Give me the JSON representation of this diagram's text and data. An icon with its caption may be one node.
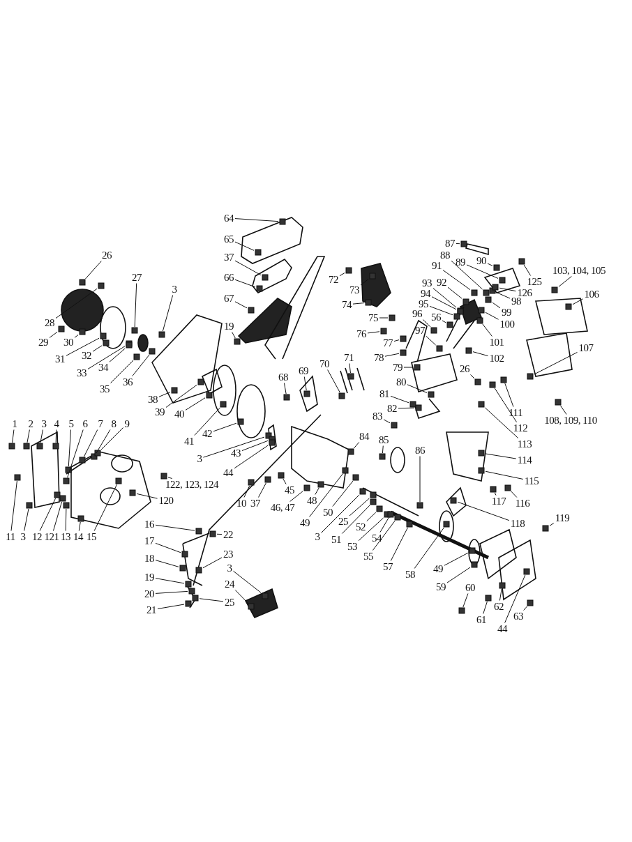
{
  "diagram": {
    "nodes": [
      {
        "text": [
          "64"
        ]
      },
      {
        "text": [
          "65"
        ]
      },
      {
        "text": [
          "37"
        ]
      },
      {
        "text": [
          "66"
        ]
      },
      {
        "text": [
          "67"
        ]
      },
      {
        "text": [
          "19"
        ]
      },
      {
        "text": [
          "26"
        ]
      },
      {
        "text": [
          "27"
        ]
      },
      {
        "text": [
          "3"
        ]
      },
      {
        "text": [
          "28"
        ]
      },
      {
        "text": [
          "29"
        ]
      },
      {
        "text": [
          "30"
        ]
      },
      {
        "text": [
          "31"
        ]
      },
      {
        "text": [
          "32"
        ]
      },
      {
        "text": [
          "33"
        ]
      },
      {
        "text": [
          "34"
        ]
      },
      {
        "text": [
          "35"
        ]
      },
      {
        "text": [
          "36"
        ]
      },
      {
        "text": [
          "38"
        ]
      },
      {
        "text": [
          "39"
        ]
      },
      {
        "text": [
          "40"
        ]
      },
      {
        "text": [
          "41"
        ]
      },
      {
        "text": [
          "42"
        ]
      },
      {
        "text": [
          "3"
        ]
      },
      {
        "text": [
          "43"
        ]
      },
      {
        "text": [
          "44"
        ]
      },
      {
        "text": [
          "68"
        ]
      },
      {
        "text": [
          "69"
        ]
      },
      {
        "text": [
          "70"
        ]
      },
      {
        "text": [
          "71"
        ]
      },
      {
        "text": [
          "72"
        ]
      },
      {
        "text": [
          "73"
        ]
      },
      {
        "text": [
          "74"
        ]
      },
      {
        "text": [
          "75"
        ]
      },
      {
        "text": [
          "76"
        ]
      },
      {
        "text": [
          "77"
        ]
      },
      {
        "text": [
          "78"
        ]
      },
      {
        "text": [
          "79"
        ]
      },
      {
        "text": [
          "80"
        ]
      },
      {
        "text": [
          "81"
        ]
      },
      {
        "text": [
          "82"
        ]
      },
      {
        "text": [
          "83"
        ]
      },
      {
        "text": [
          "84"
        ]
      },
      {
        "text": [
          "85"
        ]
      },
      {
        "text": [
          "86"
        ]
      },
      {
        "text": [
          "87"
        ]
      },
      {
        "text": [
          "88"
        ]
      },
      {
        "text": [
          "89"
        ]
      },
      {
        "text": [
          "90"
        ]
      },
      {
        "text": [
          "91"
        ]
      },
      {
        "text": [
          "92"
        ]
      },
      {
        "text": [
          "93"
        ]
      },
      {
        "text": [
          "94"
        ]
      },
      {
        "text": [
          "95"
        ]
      },
      {
        "text": [
          "96"
        ]
      },
      {
        "text": [
          "56"
        ]
      },
      {
        "text": [
          "97"
        ]
      },
      {
        "text": [
          "98"
        ]
      },
      {
        "text": [
          "99"
        ]
      },
      {
        "text": [
          "100"
        ]
      },
      {
        "text": [
          "101"
        ]
      },
      {
        "text": [
          "102"
        ]
      },
      {
        "text": [
          "125"
        ]
      },
      {
        "text": [
          "126"
        ]
      },
      {
        "text": [
          "103, 104, 105"
        ]
      },
      {
        "text": [
          "106"
        ]
      },
      {
        "text": [
          "107"
        ]
      },
      {
        "text": [
          "108, 109, 110"
        ]
      },
      {
        "text": [
          "26"
        ]
      },
      {
        "text": [
          "111"
        ]
      },
      {
        "text": [
          "112"
        ]
      },
      {
        "text": [
          "113"
        ]
      },
      {
        "text": [
          "114"
        ]
      },
      {
        "text": [
          "115"
        ]
      },
      {
        "text": [
          "116"
        ]
      },
      {
        "text": [
          "117"
        ]
      },
      {
        "text": [
          "118"
        ]
      },
      {
        "text": [
          "119"
        ]
      },
      {
        "text": [
          "1"
        ]
      },
      {
        "text": [
          "2"
        ]
      },
      {
        "text": [
          "3"
        ]
      },
      {
        "text": [
          "4"
        ]
      },
      {
        "text": [
          "5"
        ]
      },
      {
        "text": [
          "6"
        ]
      },
      {
        "text": [
          "7"
        ]
      },
      {
        "text": [
          "8"
        ]
      },
      {
        "text": [
          "9"
        ]
      },
      {
        "text": [
          "11"
        ]
      },
      {
        "text": [
          "3"
        ]
      },
      {
        "text": [
          "12"
        ]
      },
      {
        "text": [
          "121"
        ]
      },
      {
        "text": [
          "13"
        ]
      },
      {
        "text": [
          "14"
        ]
      },
      {
        "text": [
          "15"
        ]
      },
      {
        "text": [
          "120"
        ]
      },
      {
        "text": [
          "122, 123, 124"
        ]
      },
      {
        "text": [
          "10"
        ]
      },
      {
        "text": [
          "37"
        ]
      },
      {
        "text": [
          "45"
        ]
      },
      {
        "text": [
          "46, 47"
        ]
      },
      {
        "text": [
          "48"
        ]
      },
      {
        "text": [
          "49"
        ]
      },
      {
        "text": [
          "50"
        ]
      },
      {
        "text": [
          "3"
        ]
      },
      {
        "text": [
          "25"
        ]
      },
      {
        "text": [
          "51"
        ]
      },
      {
        "text": [
          "52"
        ]
      },
      {
        "text": [
          "53"
        ]
      },
      {
        "text": [
          "54"
        ]
      },
      {
        "text": [
          "55"
        ]
      },
      {
        "text": [
          "57"
        ]
      },
      {
        "text": [
          "58"
        ]
      },
      {
        "text": [
          "49"
        ]
      },
      {
        "text": [
          "59"
        ]
      },
      {
        "text": [
          "60"
        ]
      },
      {
        "text": [
          "61"
        ]
      },
      {
        "text": [
          "62"
        ]
      },
      {
        "text": [
          "63"
        ]
      },
      {
        "text": [
          "44"
        ]
      },
      {
        "text": [
          "16"
        ]
      },
      {
        "text": [
          "22"
        ]
      },
      {
        "text": [
          "17"
        ]
      },
      {
        "text": [
          "18"
        ]
      },
      {
        "text": [
          "19"
        ]
      },
      {
        "text": [
          "20"
        ]
      },
      {
        "text": [
          "21"
        ]
      },
      {
        "text": [
          "23"
        ]
      },
      {
        "text": [
          "3"
        ]
      },
      {
        "text": [
          "24"
        ]
      },
      {
        "text": [
          "25"
        ]
      },
      {
        "text": [],
        "shape": "box"
      },
      {
        "text": [],
        "shape": "box"
      },
      {
        "text": [],
        "shape": "box"
      },
      {
        "text": [],
        "shape": "box"
      },
      {
        "text": [],
        "shape": "box"
      },
      {
        "text": [],
        "shape": "box"
      },
      {
        "text": [],
        "shape": "box"
      },
      {
        "text": [],
        "shape": "box"
      },
      {
        "text": [],
        "shape": "box"
      },
      {
        "text": [],
        "shape": "box"
      },
      {
        "text": [],
        "shape": "box"
      },
      {
        "text": [],
        "shape": "box"
      },
      {
        "text": [],
        "shape": "box"
      },
      {
        "text": [],
        "shape": "box"
      },
      {
        "text": [],
        "shape": "box"
      },
      {
        "text": [],
        "shape": "box"
      },
      {
        "text": [],
        "shape": "box"
      },
      {
        "text": [],
        "shape": "box"
      },
      {
        "text": [],
        "shape": "box"
      },
      {
        "text": [],
        "shape": "box"
      },
      {
        "text": [],
        "shape": "box"
      },
      {
        "text": [],
        "shape": "box"
      },
      {
        "text": [],
        "shape": "box"
      },
      {
        "text": [],
        "shape": "box"
      },
      {
        "text": [],
        "shape": "box"
      },
      {
        "text": [],
        "shape": "box"
      },
      {
        "text": [],
        "shape": "box"
      },
      {
        "text": [],
        "shape": "box"
      },
      {
        "text": [],
        "shape": "box"
      },
      {
        "text": [],
        "shape": "box"
      },
      {
        "text": [],
        "shape": "box"
      },
      {
        "text": [],
        "shape": "box"
      },
      {
        "text": [],
        "shape": "box"
      },
      {
        "text": [],
        "shape": "box"
      },
      {
        "text": [],
        "shape": "box"
      },
      {
        "text": [],
        "shape": "box"
      },
      {
        "text": [],
        "shape": "box"
      },
      {
        "text": [],
        "shape": "box"
      },
      {
        "text": [],
        "shape": "box"
      },
      {
        "text": [],
        "shape": "box"
      },
      {
        "text": [],
        "shape": "box"
      },
      {
        "text": [],
        "shape": "box"
      },
      {
        "text": [],
        "shape": "box"
      },
      {
        "text": [],
        "shape": "box"
      },
      {
        "text": [],
        "shape": "box"
      },
      {
        "text": [],
        "shape": "box"
      },
      {
        "text": [],
        "shape": "box"
      },
      {
        "text": [],
        "shape": "box"
      },
      {
        "text": [],
        "shape": "box"
      },
      {
        "text": [],
        "shape": "box"
      },
      {
        "text": [],
        "shape": "box"
      },
      {
        "text": [],
        "shape": "box"
      },
      {
        "text": [],
        "shape": "box"
      },
      {
        "text": [],
        "shape": "box"
      },
      {
        "text": [],
        "shape": "box"
      },
      {
        "text": [],
        "shape": "box"
      },
      {
        "text": [],
        "shape": "box"
      },
      {
        "text": [],
        "shape": "box"
      },
      {
        "text": [],
        "shape": "box"
      },
      {
        "text": [],
        "shape": "box"
      },
      {
        "text": [],
        "shape": "box"
      },
      {
        "text": [],
        "shape": "box"
      },
      {
        "text": [],
        "shape": "box"
      },
      {
        "text": [],
        "shape": "box"
      },
      {
        "text": [],
        "shape": "box"
      },
      {
        "text": [],
        "shape": "box"
      },
      {
        "text": [],
        "shape": "box"
      },
      {
        "text": [],
        "shape": "box"
      },
      {
        "text": [],
        "shape": "box"
      },
      {
        "text": [],
        "shape": "box"
      },
      {
        "text": [],
        "shape": "box"
      },
      {
        "text": [],
        "shape": "box"
      },
      {
        "text": [],
        "shape": "box"
      },
      {
        "text": [],
        "shape": "box"
      },
      {
        "text": [],
        "shape": "box"
      },
      {
        "text": [],
        "shape": "box"
      },
      {
        "text": [],
        "shape": "box"
      },
      {
        "text": [],
        "shape": "box"
      },
      {
        "text": [],
        "shape": "box"
      },
      {
        "text": [],
        "shape": "box"
      },
      {
        "text": [],
        "shape": "box"
      },
      {
        "text": [],
        "shape": "box"
      },
      {
        "text": [],
        "shape": "box"
      },
      {
        "text": [],
        "shape": "box"
      },
      {
        "text": [],
        "shape": "box"
      },
      {
        "text": [],
        "shape": "box"
      },
      {
        "text": [],
        "shape": "box"
      },
      {
        "text": [],
        "shape": "box"
      },
      {
        "text": [],
        "shape": "box"
      },
      {
        "text": [],
        "shape": "box"
      },
      {
        "text": [],
        "shape": "box"
      },
      {
        "text": [],
        "shape": "box"
      },
      {
        "text": [],
        "shape": "box"
      },
      {
        "text": [],
        "shape": "box"
      },
      {
        "text": [],
        "shape": "box"
      },
      {
        "text": [],
        "shape": "box"
      },
      {
        "text": [],
        "shape": "box"
      },
      {
        "text": [],
        "shape": "box"
      },
      {
        "text": [],
        "shape": "box"
      },
      {
        "text": [],
        "shape": "box"
      },
      {
        "text": [],
        "shape": "box"
      },
      {
        "text": [],
        "shape": "box"
      },
      {
        "text": [],
        "shape": "box"
      },
      {
        "text": [],
        "shape": "box"
      },
      {
        "text": [],
        "shape": "box"
      },
      {
        "text": [],
        "shape": "box"
      },
      {
        "text": [],
        "shape": "box"
      },
      {
        "text": [],
        "shape": "box"
      },
      {
        "text": [],
        "shape": "box"
      },
      {
        "text": [],
        "shape": "box"
      },
      {
        "text": [],
        "shape": "box"
      },
      {
        "text": [],
        "shape": "box"
      },
      {
        "text": [],
        "shape": "box"
      },
      {
        "text": [],
        "shape": "box"
      },
      {
        "text": [],
        "shape": "box"
      },
      {
        "text": [],
        "shape": "box"
      },
      {
        "text": [],
        "shape": "box"
      },
      {
        "text": [],
        "shape": "box"
      },
      {
        "text": [],
        "shape": "box"
      },
      {
        "text": [],
        "shape": "box"
      },
      {
        "text": [],
        "shape": "box"
      },
      {
        "text": [],
        "shape": "box"
      },
      {
        "text": [],
        "shape": "box"
      },
      {
        "text": [],
        "shape": "box"
      },
      {
        "text": [],
        "shape": "box"
      },
      {
        "text": [],
        "shape": "box"
      },
      {
        "text": [],
        "shape": "box"
      },
      {
        "text": [],
        "shape": "box"
      },
      {
        "text": [],
        "shape": "box"
      },
      {
        "text": [],
        "shape": "box"
      }
    ],
    "edges": [
      {
        "from": 0,
        "to": 130,
        "arrow": "none"
      },
      {
        "from": 1,
        "to": 131,
        "arrow": "none"
      },
      {
        "from": 2,
        "to": 132,
        "arrow": "none"
      },
      {
        "from": 3,
        "to": 133,
        "arrow": "none"
      },
      {
        "from": 4,
        "to": 134,
        "arrow": "none"
      },
      {
        "from": 5,
        "to": 135,
        "arrow": "none"
      },
      {
        "from": 6,
        "to": 136,
        "arrow": "none"
      },
      {
        "from": 7,
        "to": 137,
        "arrow": "none"
      },
      {
        "from": 8,
        "to": 138,
        "arrow": "none"
      },
      {
        "from": 9,
        "to": 139,
        "arrow": "none"
      },
      {
        "from": 10,
        "to": 140,
        "arrow": "none"
      },
      {
        "from": 11,
        "to": 141,
        "arrow": "none"
      },
      {
        "from": 12,
        "to": 142,
        "arrow": "none"
      },
      {
        "from": 13,
        "to": 143,
        "arrow": "none"
      },
      {
        "from": 14,
        "to": 144,
        "arrow": "none"
      },
      {
        "from": 15,
        "to": 145,
        "arrow": "none"
      },
      {
        "from": 16,
        "to": 146,
        "arrow": "none"
      },
      {
        "from": 17,
        "to": 147,
        "arrow": "none"
      },
      {
        "from": 18,
        "to": 148,
        "arrow": "none"
      },
      {
        "from": 19,
        "to": 149,
        "arrow": "none"
      },
      {
        "from": 20,
        "to": 150,
        "arrow": "none"
      },
      {
        "from": 21,
        "to": 151,
        "arrow": "none"
      },
      {
        "from": 22,
        "to": 152,
        "arrow": "none"
      },
      {
        "from": 23,
        "to": 153,
        "arrow": "none"
      },
      {
        "from": 24,
        "to": 154,
        "arrow": "none"
      },
      {
        "from": 25,
        "to": 155,
        "arrow": "none"
      },
      {
        "from": 26,
        "to": 156,
        "arrow": "none"
      },
      {
        "from": 27,
        "to": 157,
        "arrow": "none"
      },
      {
        "from": 28,
        "to": 158,
        "arrow": "none"
      },
      {
        "from": 29,
        "to": 159,
        "arrow": "none"
      },
      {
        "from": 30,
        "to": 160,
        "arrow": "none"
      },
      {
        "from": 31,
        "to": 161,
        "arrow": "none"
      },
      {
        "from": 32,
        "to": 162,
        "arrow": "none"
      },
      {
        "from": 33,
        "to": 163,
        "arrow": "none"
      },
      {
        "from": 34,
        "to": 164,
        "arrow": "none"
      },
      {
        "from": 35,
        "to": 165,
        "arrow": "none"
      },
      {
        "from": 36,
        "to": 166,
        "arrow": "none"
      },
      {
        "from": 37,
        "to": 167,
        "arrow": "none"
      },
      {
        "from": 38,
        "to": 168,
        "arrow": "none"
      },
      {
        "from": 39,
        "to": 169,
        "arrow": "none"
      },
      {
        "from": 40,
        "to": 170,
        "arrow": "none"
      },
      {
        "from": 41,
        "to": 171,
        "arrow": "none"
      },
      {
        "from": 42,
        "to": 172,
        "arrow": "none"
      },
      {
        "from": 43,
        "to": 173,
        "arrow": "none"
      },
      {
        "from": 44,
        "to": 174,
        "arrow": "none"
      },
      {
        "from": 45,
        "to": 175,
        "arrow": "none"
      },
      {
        "from": 46,
        "to": 176,
        "arrow": "none"
      },
      {
        "from": 47,
        "to": 177,
        "arrow": "none"
      },
      {
        "from": 48,
        "to": 178,
        "arrow": "none"
      },
      {
        "from": 49,
        "to": 179,
        "arrow": "none"
      },
      {
        "from": 50,
        "to": 180,
        "arrow": "none"
      },
      {
        "from": 51,
        "to": 181,
        "arrow": "none"
      },
      {
        "from": 52,
        "to": 182,
        "arrow": "none"
      },
      {
        "from": 53,
        "to": 183,
        "arrow": "none"
      },
      {
        "from": 54,
        "to": 184,
        "arrow": "none"
      },
      {
        "from": 55,
        "to": 185,
        "arrow": "none"
      },
      {
        "from": 56,
        "to": 186,
        "arrow": "none"
      },
      {
        "from": 57,
        "to": 187,
        "arrow": "none"
      },
      {
        "from": 58,
        "to": 188,
        "arrow": "none"
      },
      {
        "from": 59,
        "to": 189,
        "arrow": "none"
      },
      {
        "from": 60,
        "to": 190,
        "arrow": "none"
      },
      {
        "from": 61,
        "to": 191,
        "arrow": "none"
      },
      {
        "from": 62,
        "to": 192,
        "arrow": "none"
      },
      {
        "from": 63,
        "to": 193,
        "arrow": "none"
      },
      {
        "from": 64,
        "to": 194,
        "arrow": "none"
      },
      {
        "from": 65,
        "to": 195,
        "arrow": "none"
      },
      {
        "from": 66,
        "to": 196,
        "arrow": "none"
      },
      {
        "from": 67,
        "to": 197,
        "arrow": "none"
      },
      {
        "from": 68,
        "to": 198,
        "arrow": "none"
      },
      {
        "from": 69,
        "to": 199,
        "arrow": "none"
      },
      {
        "from": 70,
        "to": 200,
        "arrow": "none"
      },
      {
        "from": 71,
        "to": 201,
        "arrow": "none"
      },
      {
        "from": 72,
        "to": 202,
        "arrow": "none"
      },
      {
        "from": 73,
        "to": 203,
        "arrow": "none"
      },
      {
        "from": 74,
        "to": 204,
        "arrow": "none"
      },
      {
        "from": 75,
        "to": 205,
        "arrow": "none"
      },
      {
        "from": 76,
        "to": 206,
        "arrow": "none"
      },
      {
        "from": 77,
        "to": 207,
        "arrow": "none"
      },
      {
        "from": 78,
        "to": 208,
        "arrow": "none"
      },
      {
        "from": 79,
        "to": 209,
        "arrow": "none"
      },
      {
        "from": 80,
        "to": 210,
        "arrow": "none"
      },
      {
        "from": 81,
        "to": 211,
        "arrow": "none"
      },
      {
        "from": 82,
        "to": 212,
        "arrow": "none"
      },
      {
        "from": 83,
        "to": 213,
        "arrow": "none"
      },
      {
        "from": 84,
        "to": 214,
        "arrow": "none"
      },
      {
        "from": 85,
        "to": 215,
        "arrow": "none"
      },
      {
        "from": 86,
        "to": 216,
        "arrow": "none"
      },
      {
        "from": 87,
        "to": 217,
        "arrow": "none"
      },
      {
        "from": 88,
        "to": 218,
        "arrow": "none"
      },
      {
        "from": 89,
        "to": 219,
        "arrow": "none"
      },
      {
        "from": 90,
        "to": 220,
        "arrow": "none"
      },
      {
        "from": 91,
        "to": 221,
        "arrow": "none"
      },
      {
        "from": 92,
        "to": 222,
        "arrow": "none"
      },
      {
        "from": 93,
        "to": 223,
        "arrow": "none"
      },
      {
        "from": 94,
        "to": 224,
        "arrow": "none"
      },
      {
        "from": 95,
        "to": 225,
        "arrow": "none"
      },
      {
        "from": 96,
        "to": 226,
        "arrow": "none"
      },
      {
        "from": 97,
        "to": 227,
        "arrow": "none"
      },
      {
        "from": 98,
        "to": 228,
        "arrow": "none"
      },
      {
        "from": 99,
        "to": 229,
        "arrow": "none"
      },
      {
        "from": 100,
        "to": 230,
        "arrow": "none"
      },
      {
        "from": 101,
        "to": 231,
        "arrow": "none"
      },
      {
        "from": 102,
        "to": 232,
        "arrow": "none"
      },
      {
        "from": 103,
        "to": 233,
        "arrow": "none"
      },
      {
        "from": 104,
        "to": 234,
        "arrow": "none"
      },
      {
        "from": 105,
        "to": 235,
        "arrow": "none"
      },
      {
        "from": 106,
        "to": 236,
        "arrow": "none"
      },
      {
        "from": 107,
        "to": 237,
        "arrow": "none"
      },
      {
        "from": 108,
        "to": 238,
        "arrow": "none"
      },
      {
        "from": 109,
        "to": 239,
        "arrow": "none"
      },
      {
        "from": 110,
        "to": 240,
        "arrow": "none"
      },
      {
        "from": 111,
        "to": 241,
        "arrow": "none"
      },
      {
        "from": 112,
        "to": 242,
        "arrow": "none"
      },
      {
        "from": 113,
        "to": 243,
        "arrow": "none"
      },
      {
        "from": 114,
        "to": 244,
        "arrow": "none"
      },
      {
        "from": 115,
        "to": 245,
        "arrow": "none"
      },
      {
        "from": 116,
        "to": 246,
        "arrow": "none"
      },
      {
        "from": 117,
        "to": 247,
        "arrow": "none"
      },
      {
        "from": 118,
        "to": 248,
        "arrow": "none"
      },
      {
        "from": 119,
        "to": 249,
        "arrow": "none"
      },
      {
        "from": 120,
        "to": 250,
        "arrow": "none"
      },
      {
        "from": 121,
        "to": 251,
        "arrow": "none"
      },
      {
        "from": 122,
        "to": 252,
        "arrow": "none"
      },
      {
        "from": 123,
        "to": 253,
        "arrow": "none"
      },
      {
        "from": 124,
        "to": 254,
        "arrow": "none"
      },
      {
        "from": 125,
        "to": 255,
        "arrow": "none"
      },
      {
        "from": 126,
        "to": 256,
        "arrow": "none"
      },
      {
        "from": 127,
        "to": 257,
        "arrow": "none"
      },
      {
        "from": 128,
        "to": 258,
        "arrow": "none"
      },
      {
        "from": 129,
        "to": 259,
        "arrow": "none"
      }
    ]
  }
}
